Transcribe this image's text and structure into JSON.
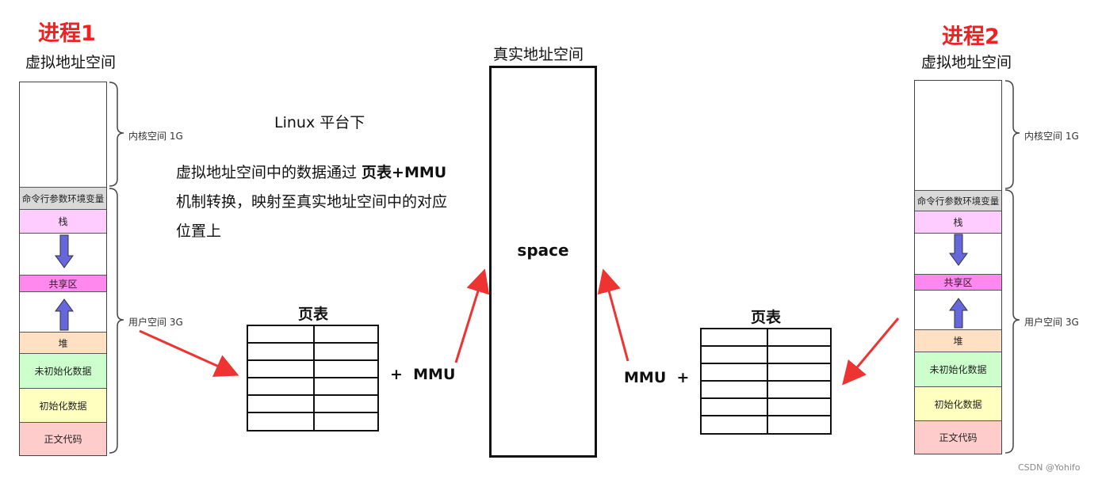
{
  "process1": {
    "title": "进程1",
    "vaddr_label": "虚拟地址空间",
    "kernel_label": "内核空间 1G",
    "user_label": "用户空间 3G",
    "segments": {
      "env": "命令行参数环境变量",
      "stack": "栈",
      "shared": "共享区",
      "heap": "堆",
      "bss": "未初始化数据",
      "data": "初始化数据",
      "text": "正文代码"
    }
  },
  "process2": {
    "title": "进程2",
    "vaddr_label": "虚拟地址空间",
    "kernel_label": "内核空间 1G",
    "user_label": "用户空间 3G",
    "segments": {
      "env": "命令行参数环境变量",
      "stack": "栈",
      "shared": "共享区",
      "heap": "堆",
      "bss": "未初始化数据",
      "data": "初始化数据",
      "text": "正文代码"
    }
  },
  "center": {
    "linux_label": "Linux 平台下",
    "desc_line1_prefix": "虚拟地址空间中的数据通过 ",
    "desc_line1_bold": "页表+MMU",
    "desc_line2": "机制转换，映射至真实地址空间中的对应",
    "desc_line3": "位置上",
    "real_space_label": "真实地址空间",
    "space_text": "space"
  },
  "left_page_table": {
    "title": "页表",
    "mmu_label": "+  MMU"
  },
  "right_page_table": {
    "title": "页表",
    "mmu_label": "MMU  +"
  },
  "watermark": "CSDN @Yohifo",
  "colors": {
    "title_red": "#ee2222",
    "env_gray": "#d9d9d9",
    "stack_pink": "#ffccff",
    "shared_magenta": "#ff88ee",
    "heap_peach": "#ffe0c2",
    "bss_green": "#ccffcc",
    "data_yellow": "#ffffc0",
    "text_red": "#ffcccc",
    "arrow_red": "#ee3333",
    "arrow_blue": "#6666dd"
  }
}
